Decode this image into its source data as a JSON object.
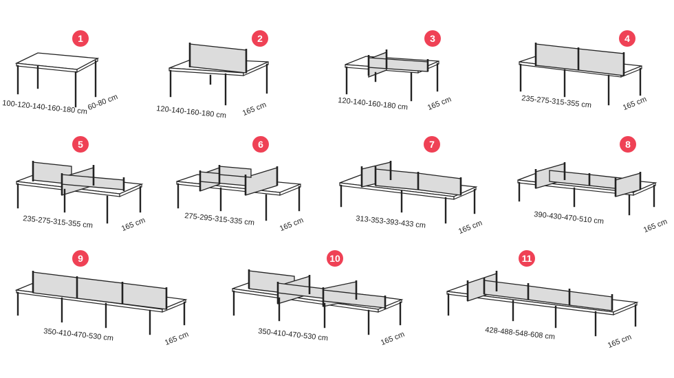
{
  "configurations": [
    {
      "number": "1",
      "width_label": "100-120-140-160-180 cm",
      "depth_label": "60-80 cm"
    },
    {
      "number": "2",
      "width_label": "120-140-160-180 cm",
      "depth_label": "165 cm"
    },
    {
      "number": "3",
      "width_label": "120-140-160-180 cm",
      "depth_label": "165 cm"
    },
    {
      "number": "4",
      "width_label": "235-275-315-355 cm",
      "depth_label": "165 cm"
    },
    {
      "number": "5",
      "width_label": "235-275-315-355 cm",
      "depth_label": "165 cm"
    },
    {
      "number": "6",
      "width_label": "275-295-315-335 cm",
      "depth_label": "165 cm"
    },
    {
      "number": "7",
      "width_label": "313-353-393-433 cm",
      "depth_label": "165 cm"
    },
    {
      "number": "8",
      "width_label": "390-430-470-510 cm",
      "depth_label": "165 cm"
    },
    {
      "number": "9",
      "width_label": "350-410-470-530 cm",
      "depth_label": "165 cm"
    },
    {
      "number": "10",
      "width_label": "350-410-470-530 cm",
      "depth_label": "165 cm"
    },
    {
      "number": "11",
      "width_label": "428-488-548-608 cm",
      "depth_label": "165 cm"
    }
  ],
  "colors": {
    "badge": "#ef4155",
    "screen": "#dcdcdc",
    "line": "#222222"
  }
}
